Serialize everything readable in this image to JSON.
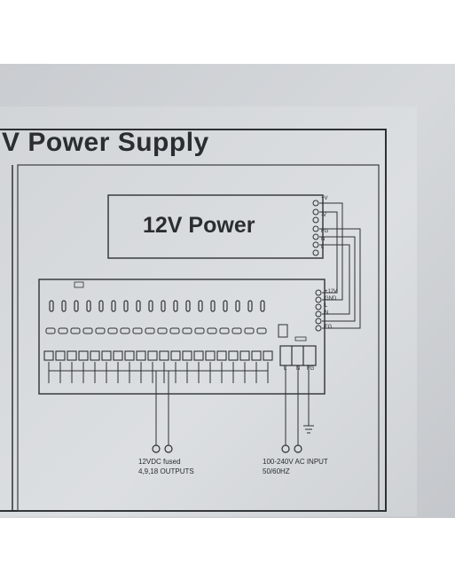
{
  "panel": {
    "title": "V  Power  Supply",
    "psu_label": "12V  Power",
    "psu_terminals": [
      "+V",
      "-V",
      "FG",
      "N",
      "L"
    ],
    "board_terminals": [
      "+12V",
      "GND",
      "L",
      "N",
      "FG"
    ],
    "outputs_caption_line1": "12VDC fused",
    "outputs_caption_line2": "4,9,18 OUTPUTS",
    "input_caption_line1": "100-240V AC INPUT",
    "input_caption_line2": "50/60HZ",
    "input_terminal_labels": [
      "L",
      "N",
      "FG"
    ],
    "fuse_count": 18
  }
}
